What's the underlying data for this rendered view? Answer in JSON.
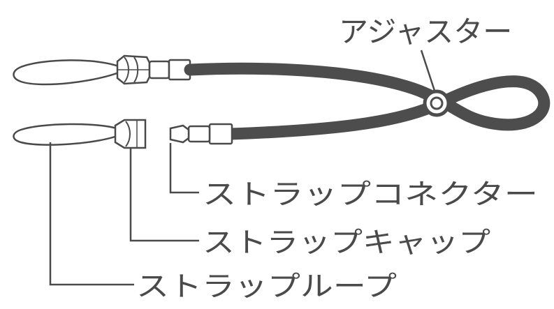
{
  "labels": {
    "adjuster": "アジャスター",
    "connector": "ストラップコネクター",
    "cap": "ストラップキャップ",
    "loop": "ストラップループ"
  },
  "colors": {
    "strap": "#4d4d4d",
    "outline": "#4a4a4a",
    "text": "#4a4a4a",
    "background": "#ffffff"
  }
}
